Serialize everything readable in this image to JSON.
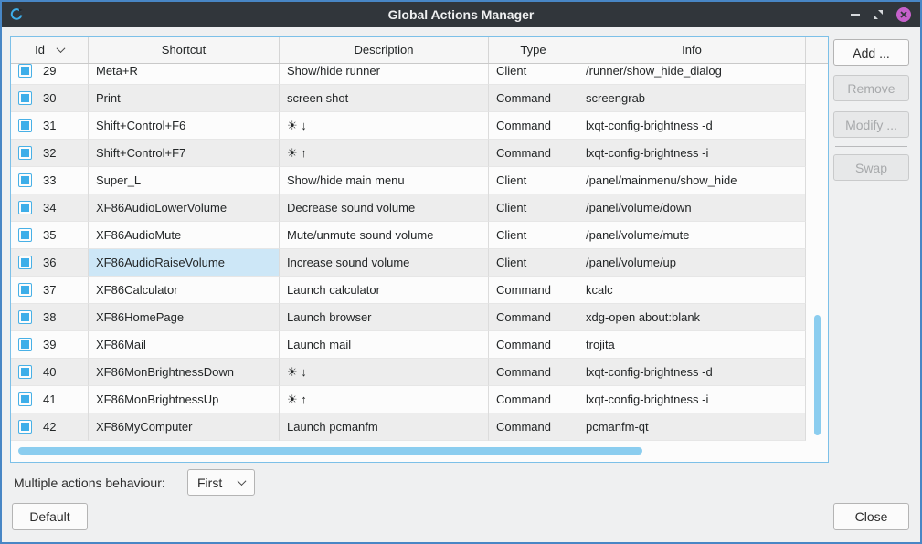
{
  "window": {
    "title": "Global Actions Manager"
  },
  "table": {
    "columns": [
      "Id",
      "Shortcut",
      "Description",
      "Type",
      "Info"
    ],
    "sorted_by": "Id",
    "rows": [
      {
        "id": "29",
        "checked": true,
        "shortcut": "Meta+R",
        "description": "Show/hide runner",
        "type": "Client",
        "info": "/runner/show_hide_dialog"
      },
      {
        "id": "30",
        "checked": true,
        "shortcut": "Print",
        "description": "screen shot",
        "type": "Command",
        "info": "screengrab"
      },
      {
        "id": "31",
        "checked": true,
        "shortcut": "Shift+Control+F6",
        "description": "☀ ↓",
        "type": "Command",
        "info": "lxqt-config-brightness -d"
      },
      {
        "id": "32",
        "checked": true,
        "shortcut": "Shift+Control+F7",
        "description": "☀ ↑",
        "type": "Command",
        "info": "lxqt-config-brightness -i"
      },
      {
        "id": "33",
        "checked": true,
        "shortcut": "Super_L",
        "description": "Show/hide main menu",
        "type": "Client",
        "info": "/panel/mainmenu/show_hide"
      },
      {
        "id": "34",
        "checked": true,
        "shortcut": "XF86AudioLowerVolume",
        "description": "Decrease sound volume",
        "type": "Client",
        "info": "/panel/volume/down"
      },
      {
        "id": "35",
        "checked": true,
        "shortcut": "XF86AudioMute",
        "description": "Mute/unmute sound volume",
        "type": "Client",
        "info": "/panel/volume/mute"
      },
      {
        "id": "36",
        "checked": true,
        "shortcut": "XF86AudioRaiseVolume",
        "description": "Increase sound volume",
        "type": "Client",
        "info": "/panel/volume/up",
        "selected_column": "shortcut"
      },
      {
        "id": "37",
        "checked": true,
        "shortcut": "XF86Calculator",
        "description": "Launch calculator",
        "type": "Command",
        "info": "kcalc"
      },
      {
        "id": "38",
        "checked": true,
        "shortcut": "XF86HomePage",
        "description": "Launch browser",
        "type": "Command",
        "info": "xdg-open about:blank"
      },
      {
        "id": "39",
        "checked": true,
        "shortcut": "XF86Mail",
        "description": "Launch mail",
        "type": "Command",
        "info": "trojita"
      },
      {
        "id": "40",
        "checked": true,
        "shortcut": "XF86MonBrightnessDown",
        "description": "☀ ↓",
        "type": "Command",
        "info": "lxqt-config-brightness -d"
      },
      {
        "id": "41",
        "checked": true,
        "shortcut": "XF86MonBrightnessUp",
        "description": "☀ ↑",
        "type": "Command",
        "info": "lxqt-config-brightness -i"
      },
      {
        "id": "42",
        "checked": true,
        "shortcut": "XF86MyComputer",
        "description": "Launch pcmanfm",
        "type": "Command",
        "info": "pcmanfm-qt"
      }
    ]
  },
  "side_buttons": {
    "add": "Add ...",
    "remove": "Remove",
    "modify": "Modify ...",
    "swap": "Swap"
  },
  "bottom": {
    "behaviour_label": "Multiple actions behaviour:",
    "behaviour_value": "First",
    "default_button": "Default",
    "close_button": "Close"
  },
  "colors": {
    "accent": "#3daee9",
    "selection_bg": "#cde7f7",
    "scrollbar": "#8bcdef",
    "titlebar_bg": "#31363b",
    "close_button_bg": "#c661cb",
    "window_border": "#4886c5"
  }
}
